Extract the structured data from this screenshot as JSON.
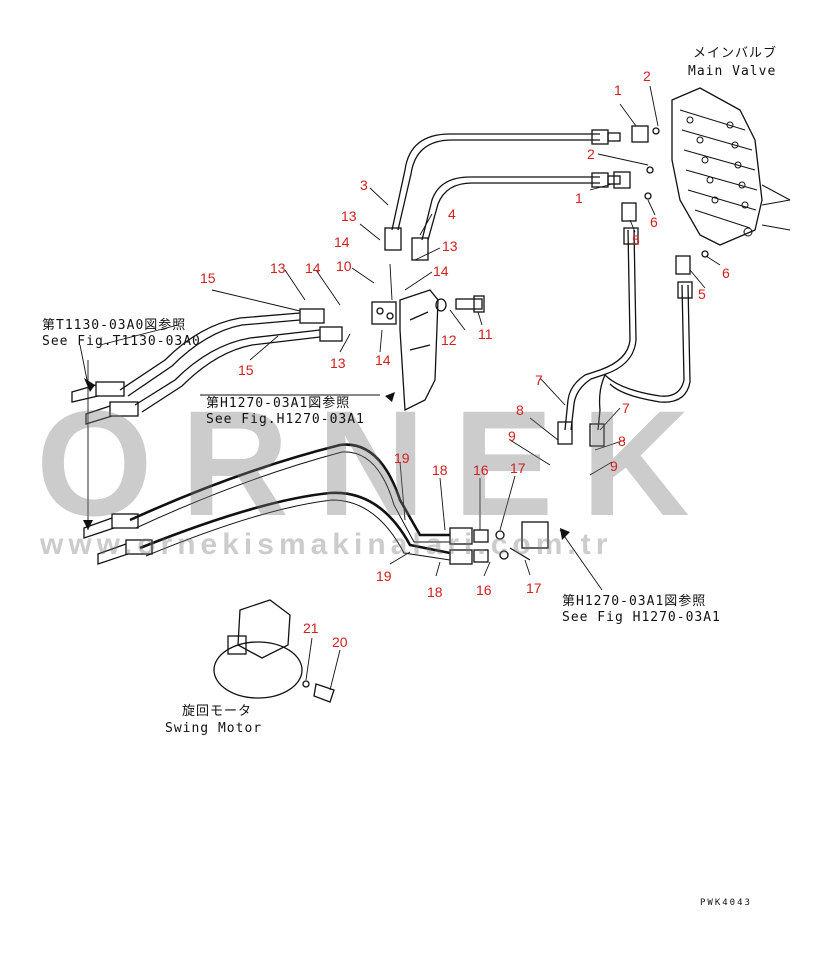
{
  "labels": {
    "main_valve_jp": "メインバルブ",
    "main_valve_en": "Main Valve",
    "ref_t1130_jp": "第T1130-03A0図参照",
    "ref_t1130_en": "See Fig.T1130-03A0",
    "ref_h1270_a_jp": "第H1270-03A1図参照",
    "ref_h1270_a_en": "See Fig.H1270-03A1",
    "ref_h1270_b_jp": "第H1270-03A1図参照",
    "ref_h1270_b_en": "See Fig H1270-03A1",
    "swing_motor_jp": "旋回モータ",
    "swing_motor_en": "Swing Motor",
    "drawing_code": "PWK4043"
  },
  "watermark": {
    "brand": "ORNEK",
    "url": "www.ornekismakinalari.com.tr"
  },
  "callouts": [
    "1",
    "2",
    "2",
    "1",
    "6",
    "5",
    "6",
    "5",
    "3",
    "4",
    "13",
    "14",
    "10",
    "13",
    "14",
    "12",
    "11",
    "15",
    "13",
    "14",
    "15",
    "13",
    "14",
    "7",
    "7",
    "8",
    "9",
    "8",
    "9",
    "19",
    "18",
    "16",
    "17",
    "19",
    "18",
    "16",
    "17",
    "21",
    "20"
  ],
  "colors": {
    "callout": "#d02020",
    "line": "#111111",
    "watermark": "#9a9a9a"
  }
}
